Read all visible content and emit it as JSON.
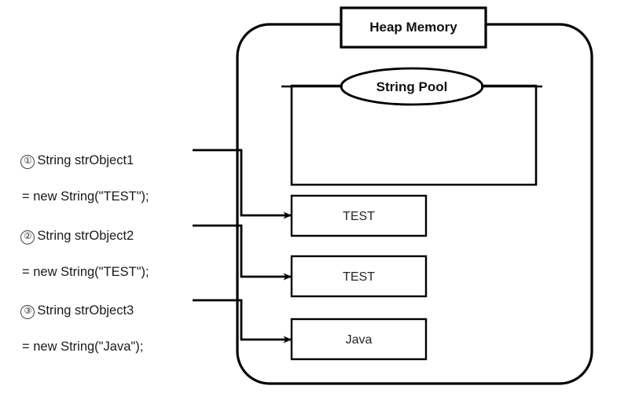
{
  "diagram": {
    "title": "Heap Memory",
    "heap_label": "Heap Memory",
    "string_pool_label": "String Pool",
    "colors": {
      "background": "#ffffff",
      "stroke": "#000000",
      "text": "#1a1a1a",
      "marker_outline": "#444444"
    },
    "statements": [
      {
        "marker": "①",
        "line1": "String strObject1",
        "line2": "= new String(\"TEST\");"
      },
      {
        "marker": "②",
        "line1": "String strObject2",
        "line2": "= new String(\"TEST\");"
      },
      {
        "marker": "③",
        "line1": "String strObject3",
        "line2": "= new String(\"Java\");"
      }
    ],
    "heap_objects": [
      {
        "value": "TEST"
      },
      {
        "value": "TEST"
      },
      {
        "value": "Java"
      }
    ],
    "string_pool_contents": []
  }
}
